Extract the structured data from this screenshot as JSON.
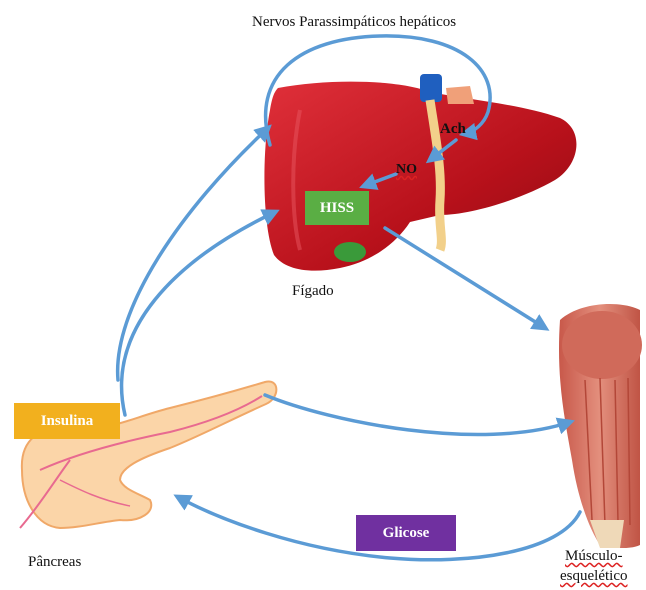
{
  "labels": {
    "nerves": "Nervos Parassimpáticos hepáticos",
    "ach": "Ach",
    "no": "NO",
    "hiss": "HISS",
    "liver": "Fígado",
    "insulin": "Insulina",
    "pancreas": "Pâncreas",
    "glucose": "Glicose",
    "muscle_line1": "Músculo-",
    "muscle_line2": "esquelético"
  },
  "colors": {
    "arrow": "#5b9bd5",
    "liver": "#c0141c",
    "hiss_box": "#5aae44",
    "insulin_box": "#f2b01e",
    "glucose_box": "#7030a0",
    "pancreas_fill": "#fbd5a8",
    "muscle": "#d8705e"
  },
  "icons": [
    "liver-illustration",
    "pancreas-illustration",
    "skeletal-muscle-illustration"
  ]
}
